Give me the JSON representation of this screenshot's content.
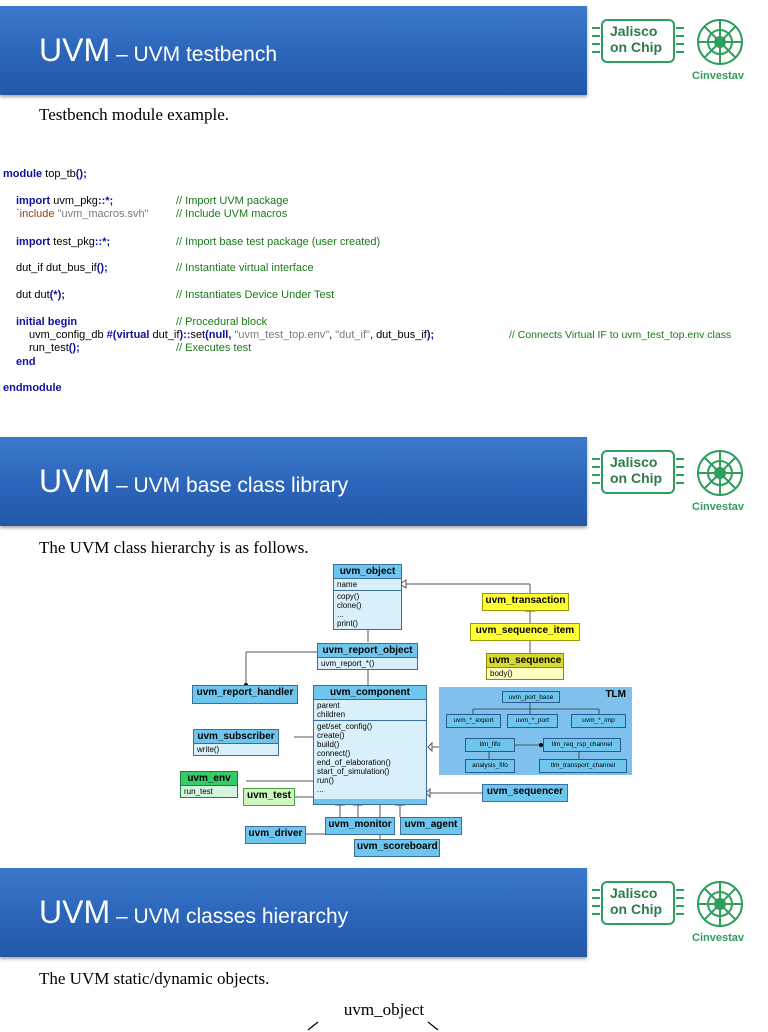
{
  "slides": [
    {
      "title_main": "UVM",
      "title_sub": " – UVM testbench",
      "intro": "Testbench module example."
    },
    {
      "title_main": "UVM",
      "title_sub": " – UVM base class library",
      "intro": "The UVM class hierarchy is as follows."
    },
    {
      "title_main": "UVM",
      "title_sub": " – UVM classes hierarchy",
      "intro": "The UVM static/dynamic objects."
    }
  ],
  "logo": {
    "text_line1": "Jalisco",
    "text_line2": "on Chip",
    "institution": "Cinvestav",
    "colors": {
      "green": "#2e9e5b",
      "blue": "#2a63b8"
    }
  },
  "code": {
    "l1": {
      "kw": "module",
      "tx": " top_tb",
      "kw2": "();"
    },
    "l2": {
      "kw": "import",
      "tx": " uvm_pkg",
      "kw2": "::*;",
      "cm": "// Import UVM package"
    },
    "l3": {
      "inc": "`include",
      "str": " \"uvm_macros.svh\"",
      "cm": "// Include UVM macros"
    },
    "l4": {
      "kw": "import",
      "tx": " test_pkg",
      "kw2": "::*;",
      "cm": "// Import base test package (user created)"
    },
    "l5": {
      "tx": "dut_if dut_bus_if",
      "kw": "();",
      "cm": "// Instantiate virtual interface"
    },
    "l6": {
      "tx": "dut dut",
      "kw": "(*);",
      "cm": "// Instantiates Device Under Test"
    },
    "l7": {
      "kw": "initial begin",
      "cm": "// Procedural block"
    },
    "l8": {
      "tx1": "uvm_config_db ",
      "kw1": "#(virtual",
      "tx2": " dut_if",
      "kw2": ")::",
      "tx3": "set",
      "kw3": "(null,",
      "str1": " \"uvm_test_top.env\"",
      "tx4": ", ",
      "str2": "\"dut_if\"",
      "tx5": ", dut_bus_if",
      "kw4": ");",
      "cm": "// Connects Virtual IF to uvm_test_top.env class"
    },
    "l9": {
      "tx": "run_test",
      "kw": "();",
      "cm": "// Executes test"
    },
    "l10": {
      "kw": "end"
    },
    "l11": {
      "kw": "endmodule"
    }
  },
  "diagram": {
    "uvm_object": {
      "name": "uvm_object",
      "attr": "name",
      "methods": [
        "copy()",
        "clone()",
        "...",
        "print()"
      ]
    },
    "uvm_transaction": "uvm_transaction",
    "uvm_sequence_item": "uvm_sequence_item",
    "uvm_sequence": {
      "name": "uvm_sequence",
      "methods": [
        "body()"
      ]
    },
    "uvm_report_object": {
      "name": "uvm_report_object",
      "methods": [
        "uvm_report_*()"
      ]
    },
    "uvm_report_handler": "uvm_report_handler",
    "uvm_component": {
      "name": "uvm_component",
      "attrs": [
        "parent",
        "children"
      ],
      "methods": [
        "get/set_config()",
        "create()",
        "build()",
        "connect()",
        "end_of_elaboration()",
        "start_of_simulation()",
        "run()",
        "..."
      ]
    },
    "uvm_subscriber": {
      "name": "uvm_subscriber",
      "methods": [
        "write()"
      ]
    },
    "uvm_env": {
      "name": "uvm_env",
      "methods": [
        "run_test"
      ]
    },
    "uvm_test": "uvm_test",
    "uvm_driver": "uvm_driver",
    "uvm_monitor": "uvm_monitor",
    "uvm_agent": "uvm_agent",
    "uvm_scoreboard": "uvm_scoreboard",
    "uvm_sequencer": "uvm_sequencer",
    "tlm": {
      "label": "TLM",
      "port_base": "uvm_port_base",
      "export": "uvm_*_export",
      "port": "uvm_*_port",
      "imp": "uvm_*_imp",
      "fifo": "tlm_fifo",
      "req_rsp": "tlm_req_rsp_channel",
      "analysis_fifo": "analysis_fifo",
      "transport": "tlm_transport_channel"
    }
  },
  "objects_root": "uvm_object"
}
